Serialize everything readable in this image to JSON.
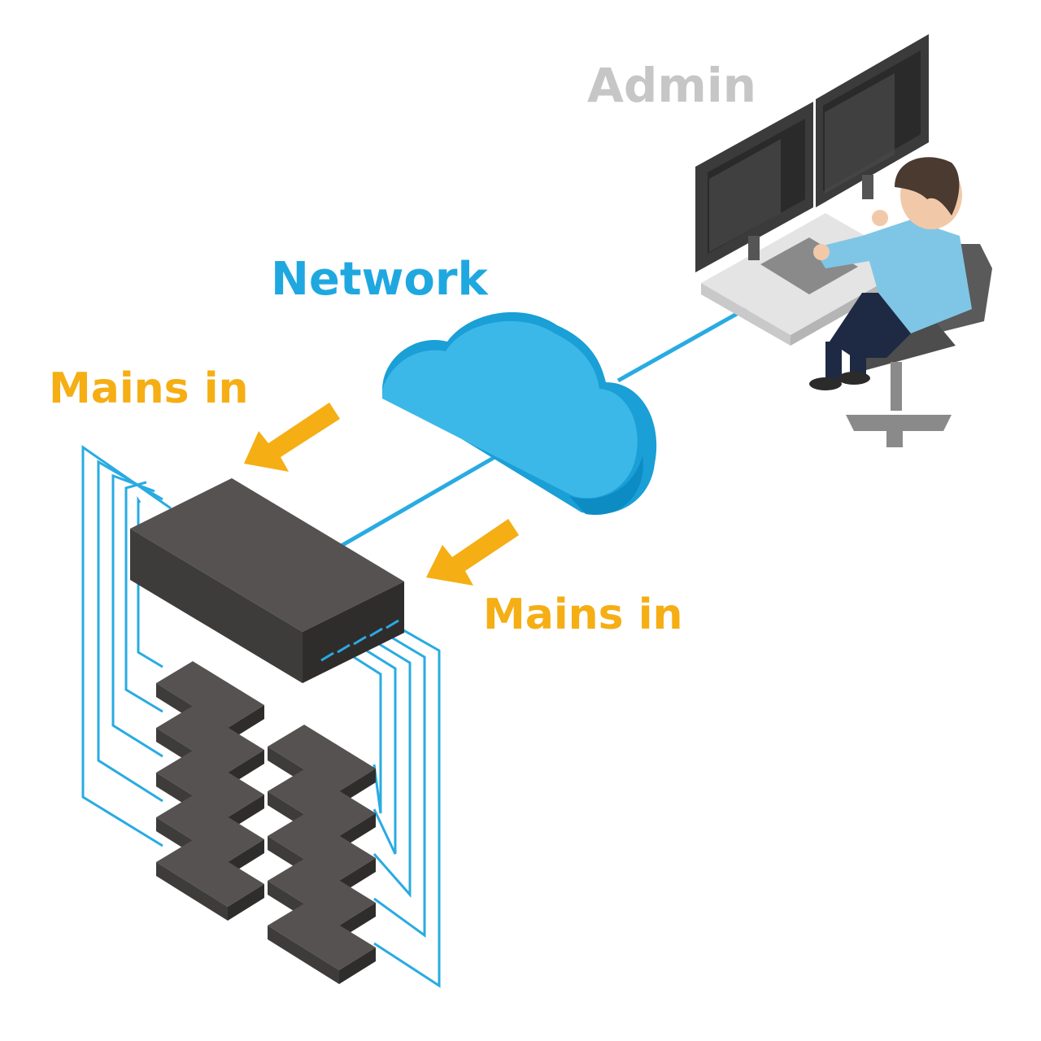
{
  "labels": {
    "admin": "Admin",
    "network": "Network",
    "mains_in_left": "Mains in",
    "mains_in_right": "Mains in"
  },
  "colors": {
    "admin_text": "#c6c6c6",
    "network_text": "#1fa8e0",
    "mains_text": "#f5ae14",
    "network_line": "#29abe2",
    "cloud_light": "#3cb8e8",
    "cloud_dark": "#1a9fd6",
    "device_top": "#555251",
    "device_side": "#3e3c3b",
    "arrow": "#f5ae14"
  },
  "icons": {
    "cloud": "network-cloud-icon",
    "hub": "power-hub-icon",
    "workstation": "admin-workstation-icon",
    "arrow": "arrow-down-left-icon"
  },
  "device_counts": {
    "left_stack": 5,
    "right_stack": 5
  }
}
